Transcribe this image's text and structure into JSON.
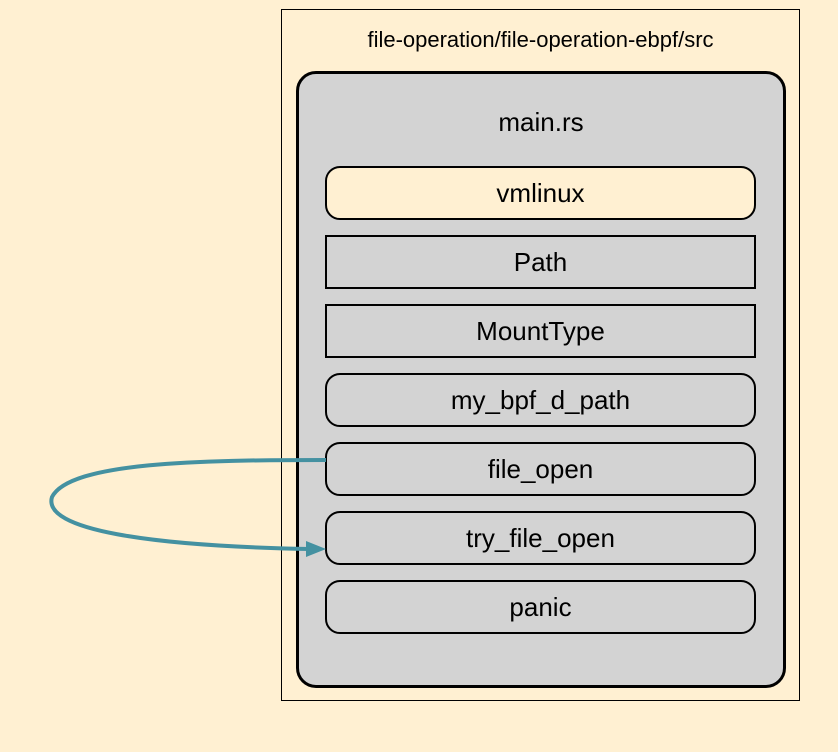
{
  "diagram": {
    "outer_cluster_label": "file-operation/file-operation-ebpf/src",
    "file_cluster_label": "main.rs",
    "nodes": [
      {
        "label": "vmlinux"
      },
      {
        "label": "Path"
      },
      {
        "label": "MountType"
      },
      {
        "label": "my_bpf_d_path"
      },
      {
        "label": "file_open"
      },
      {
        "label": "try_file_open"
      },
      {
        "label": "panic"
      }
    ],
    "edges": [
      {
        "from": "file_open",
        "to": "try_file_open"
      }
    ],
    "colors": {
      "background": "#fff0d2",
      "cluster_fill": "#d3d3d3",
      "edge": "#4491a1"
    }
  }
}
